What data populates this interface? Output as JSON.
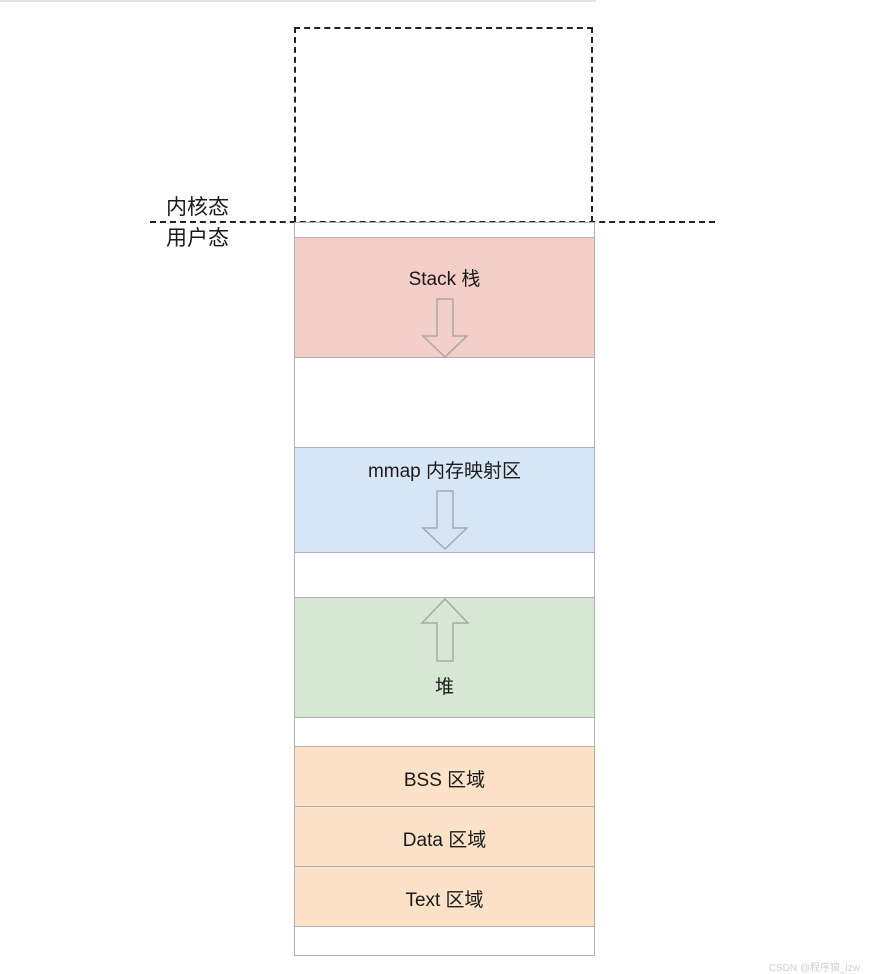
{
  "labels": {
    "kernel_mode": "内核态",
    "user_mode": "用户态"
  },
  "segments": {
    "stack": {
      "label": "Stack 栈",
      "color": "#f5cdc9",
      "arrow": "down"
    },
    "mmap": {
      "label": "mmap 内存映射区",
      "color": "#d6e6f7",
      "arrow": "down"
    },
    "heap": {
      "label": "堆",
      "color": "#d6e8d4",
      "arrow": "up"
    },
    "bss": {
      "label": "BSS 区域",
      "color": "#fde2c8"
    },
    "data": {
      "label": "Data 区域",
      "color": "#fde2c8"
    },
    "text": {
      "label": "Text 区域",
      "color": "#fde2c8"
    }
  },
  "watermark": "CSDN @程序猿_lzw"
}
